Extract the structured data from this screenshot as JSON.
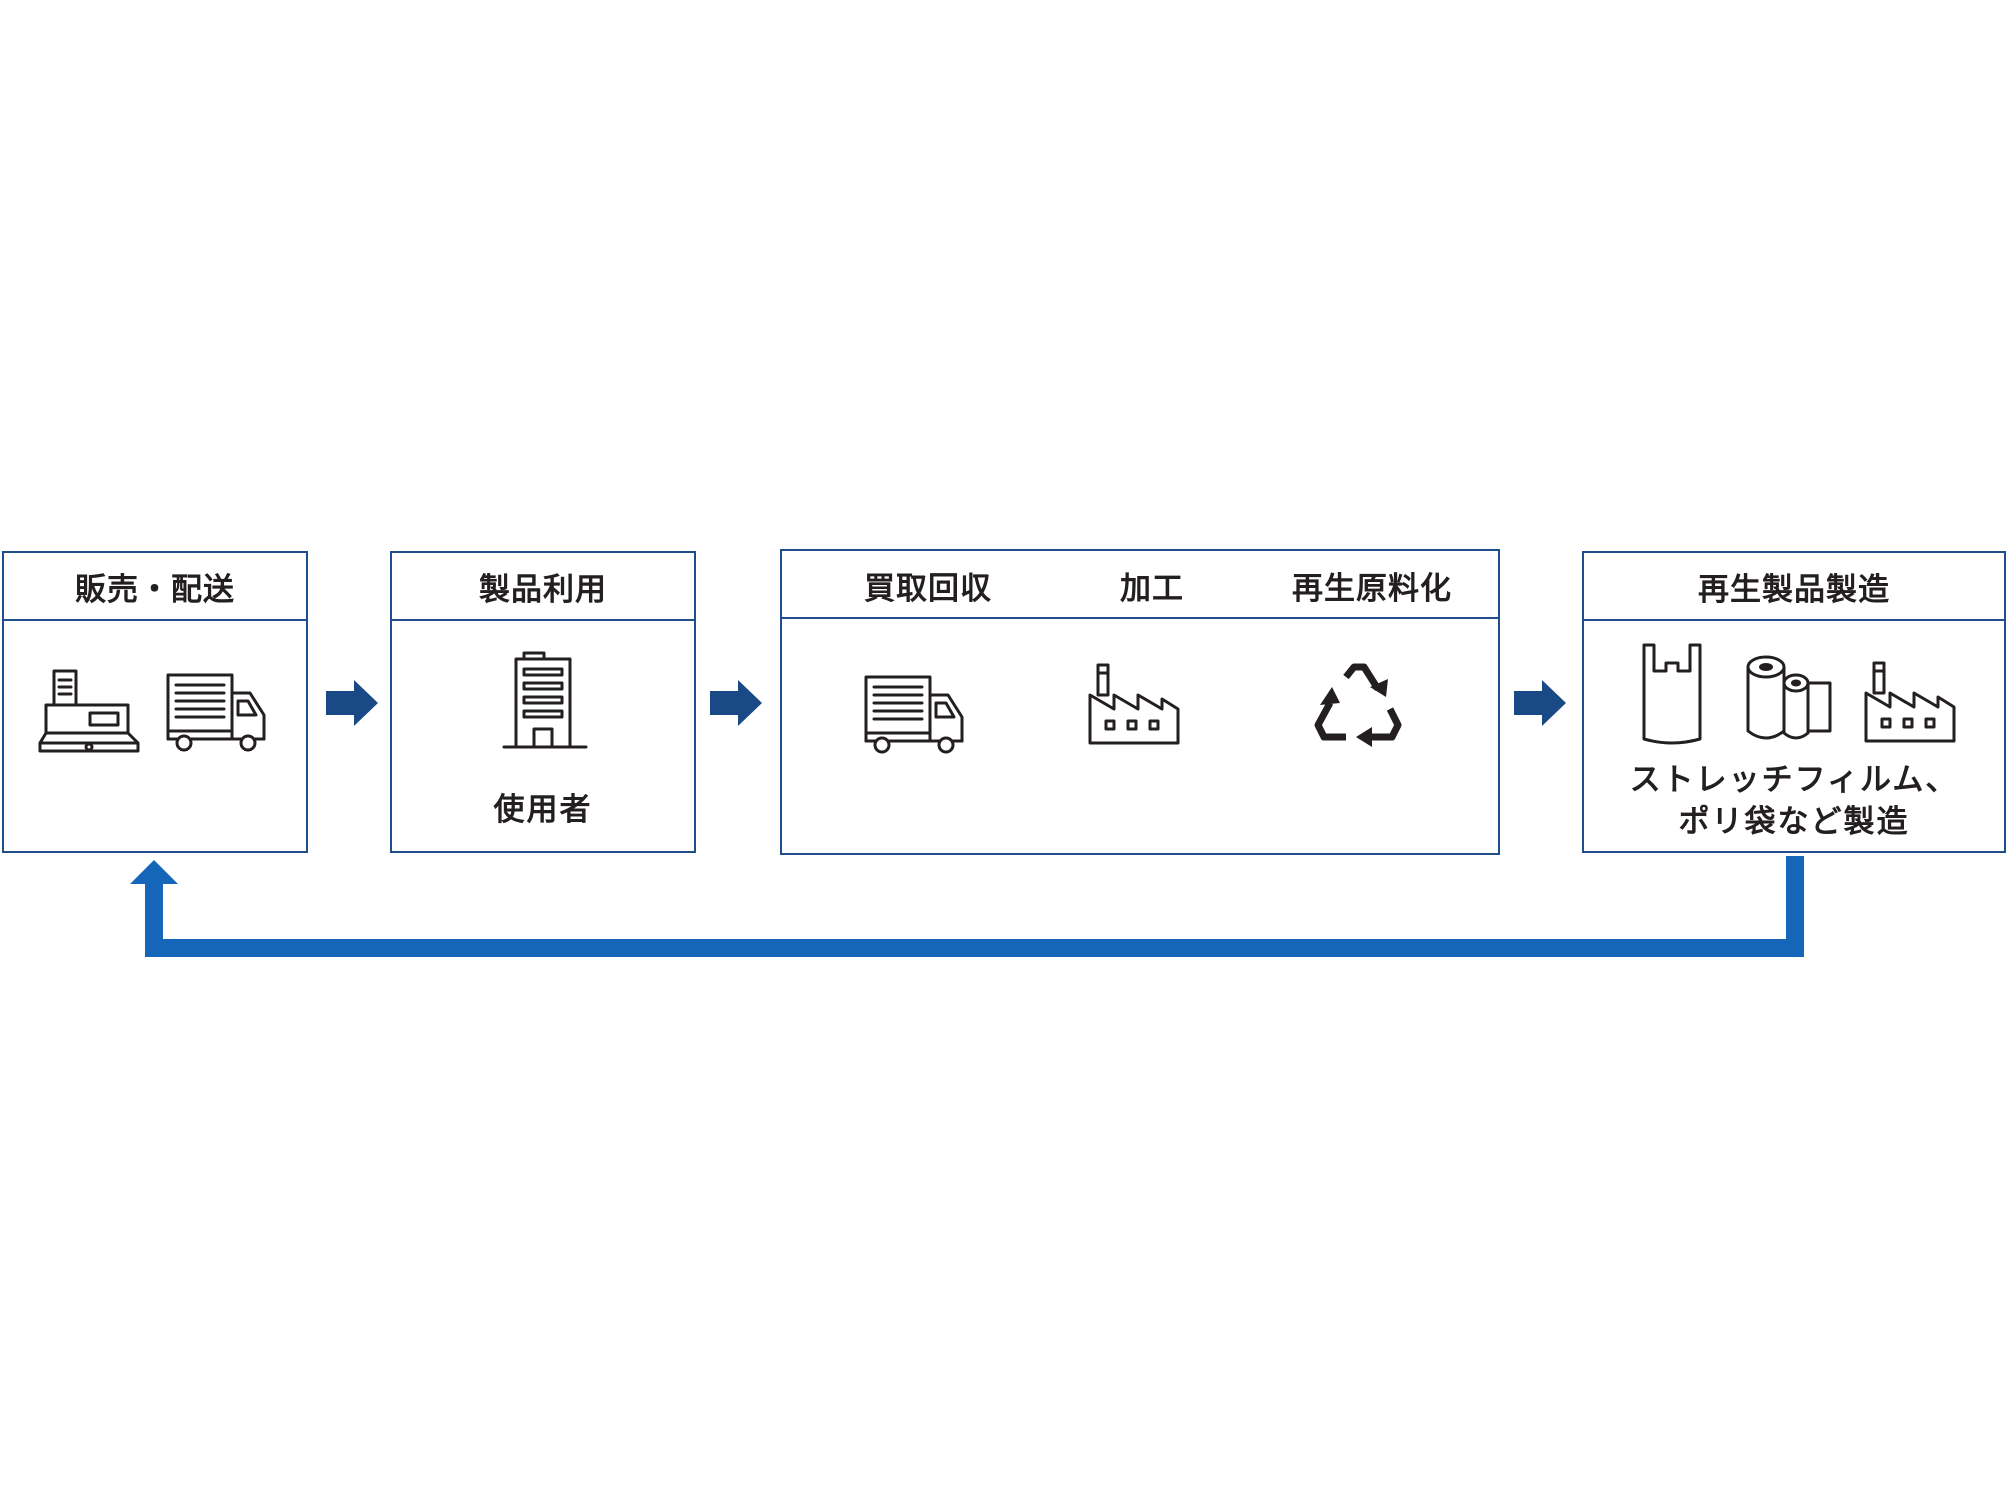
{
  "steps": {
    "sales": {
      "title": "販売・配送"
    },
    "use": {
      "title": "製品利用",
      "caption": "使用者"
    },
    "collect": {
      "titles": [
        "買取回収",
        "加工",
        "再生原料化"
      ]
    },
    "remanufacture": {
      "title": "再生製品製造",
      "caption_line1": "ストレッチフィルム、",
      "caption_line2": "ポリ袋など製造"
    }
  },
  "icons": {
    "sales": [
      "cash-register-icon",
      "delivery-truck-icon"
    ],
    "use": [
      "office-building-icon"
    ],
    "collect": [
      "delivery-truck-icon",
      "factory-icon",
      "recycle-icon"
    ],
    "remanufacture": [
      "plastic-bag-icon",
      "film-roll-icon",
      "factory-icon"
    ]
  },
  "colors": {
    "box_border": "#1f4e8c",
    "step_arrow": "#1a4a86",
    "return_arrow": "#1565b8",
    "text": "#231f20"
  }
}
